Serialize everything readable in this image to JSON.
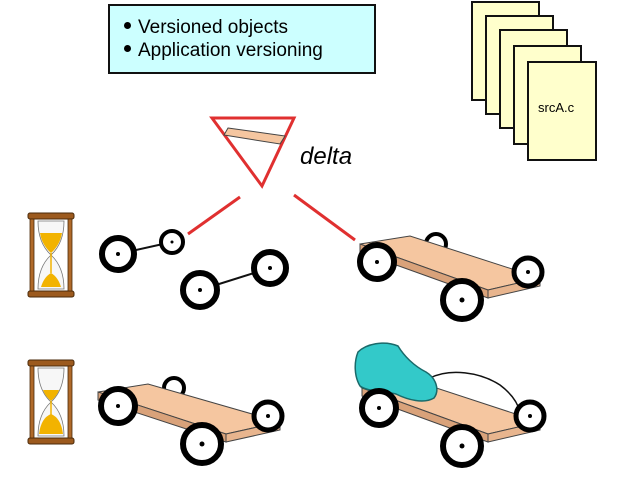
{
  "callout": {
    "bullets": [
      "Versioned objects",
      "Application versioning"
    ],
    "background": "#ccffff"
  },
  "document_stack": {
    "label": "srcA.c",
    "page_color": "#ffffcc"
  },
  "delta": {
    "label": "delta",
    "triangle_color": "#e03030"
  },
  "colors": {
    "plank": "#f5c6a0",
    "connector": "#e03030",
    "seat": "#33c9c9",
    "hourglass_frame": "#9c5a1e",
    "hourglass_sand": "#f2b300"
  }
}
